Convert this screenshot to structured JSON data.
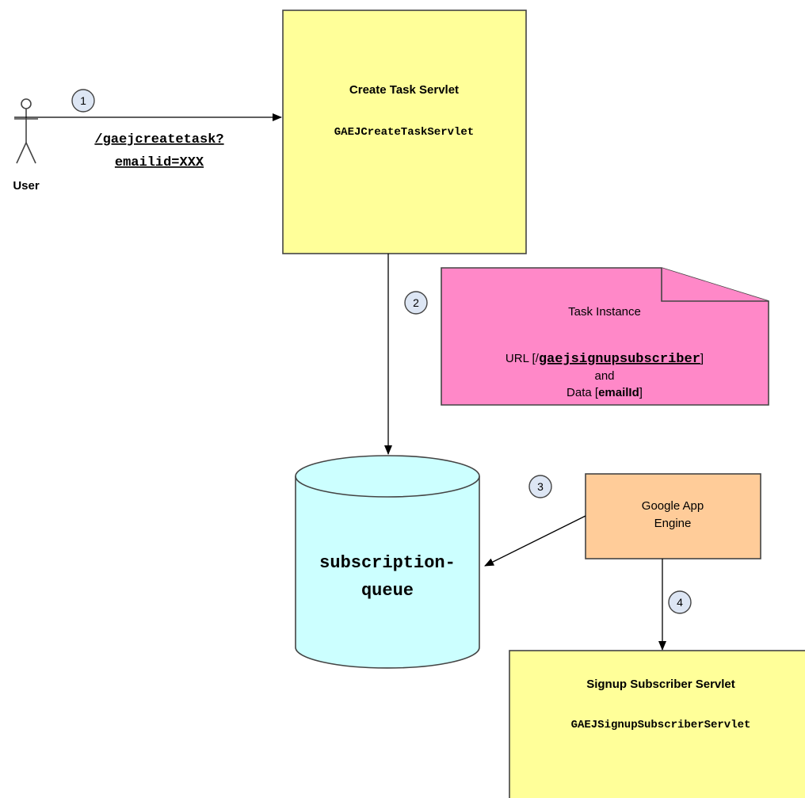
{
  "actor": {
    "label": "User"
  },
  "steps": [
    "1",
    "2",
    "3",
    "4"
  ],
  "request": {
    "line1": "/gaejcreatetask?",
    "line2": "emailid=XXX"
  },
  "create_servlet": {
    "title": "Create Task Servlet",
    "class_name": "GAEJCreateTaskServlet"
  },
  "task_note": {
    "title": "Task Instance",
    "url_prefix": "URL [/",
    "url_value": "gaejsignupsubscriber",
    "url_suffix": "]",
    "and": "and",
    "data_prefix": "Data [",
    "data_value": "emailId",
    "data_suffix": "]"
  },
  "queue": {
    "line1": "subscription-",
    "line2": "queue"
  },
  "engine": {
    "line1": "Google App",
    "line2": "Engine"
  },
  "signup_servlet": {
    "title": "Signup Subscriber Servlet",
    "class_name": "GAEJSignupSubscriberServlet"
  },
  "colors": {
    "servlet_fill": "#ffff99",
    "note_fill": "#ff88c8",
    "queue_fill": "#ccffff",
    "engine_fill": "#ffcc99",
    "step_circle_fill": "#dde6f4",
    "stroke": "#444444"
  }
}
